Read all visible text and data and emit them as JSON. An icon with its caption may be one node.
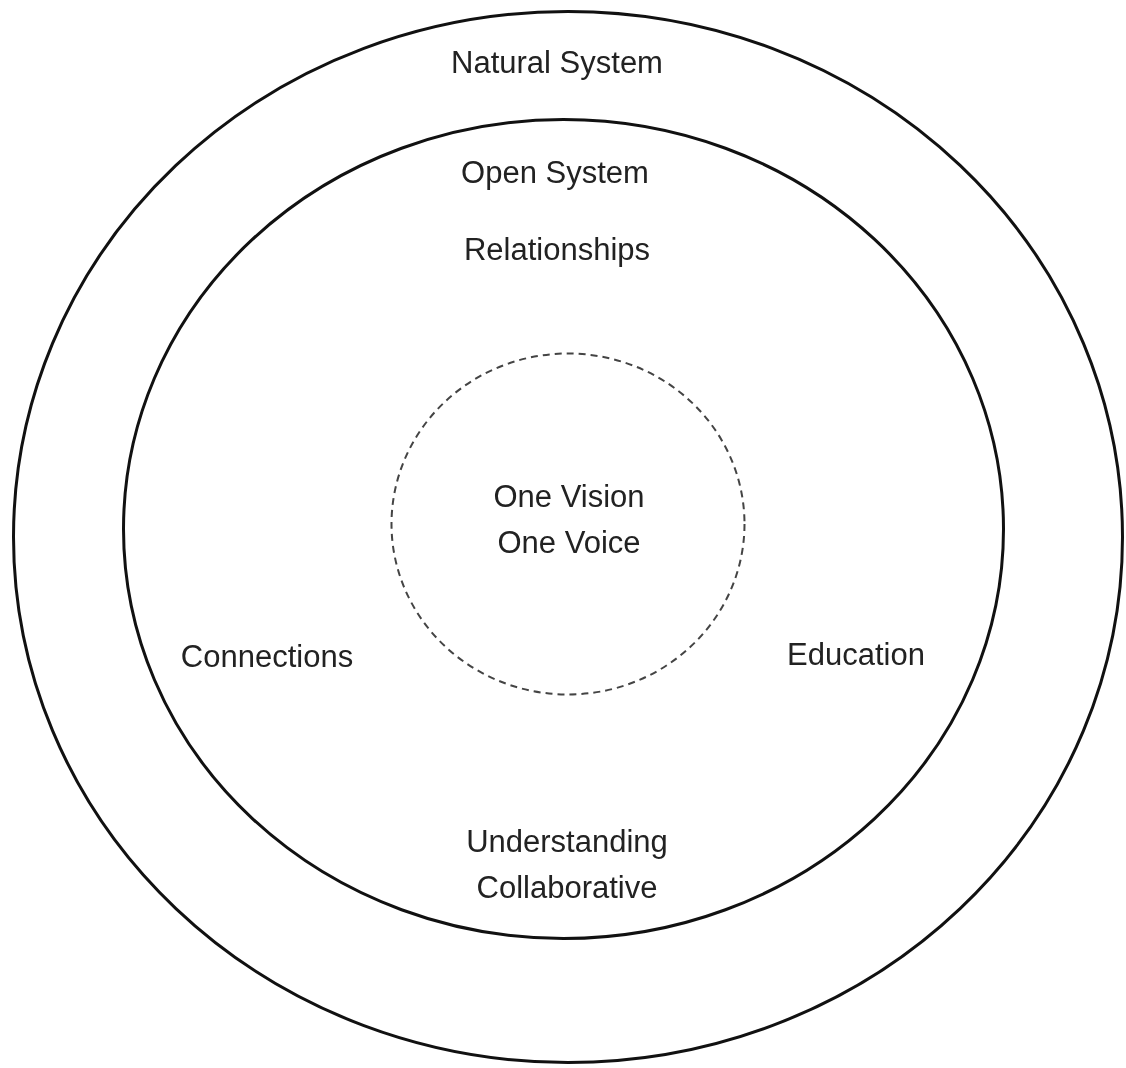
{
  "diagram": {
    "nodes": [
      {
        "text": [
          "Natural System"
        ]
      },
      {
        "text": [
          "Open System",
          "Relationships",
          "Connections",
          "Education",
          "Understanding Collaborative"
        ],
        "in": 0
      },
      {
        "text": [
          "One Vision One Voice"
        ],
        "in": 1
      }
    ],
    "edges": []
  }
}
